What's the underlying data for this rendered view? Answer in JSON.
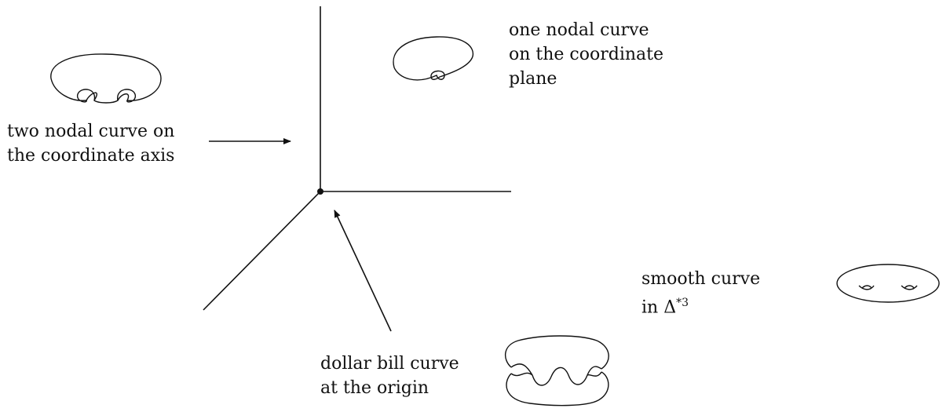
{
  "labels": {
    "one_nodal": [
      "one nodal curve",
      "on the coordinate",
      "plane"
    ],
    "two_nodal": [
      "two nodal curve on",
      "the coordinate axis"
    ],
    "smooth": {
      "line1": "smooth curve",
      "line2_prefix": "in Δ",
      "line2_sup": "*3"
    },
    "dollar": [
      "dollar bill curve",
      "at the origin"
    ]
  },
  "colors": {
    "ink": "#111111",
    "background": "#ffffff"
  }
}
